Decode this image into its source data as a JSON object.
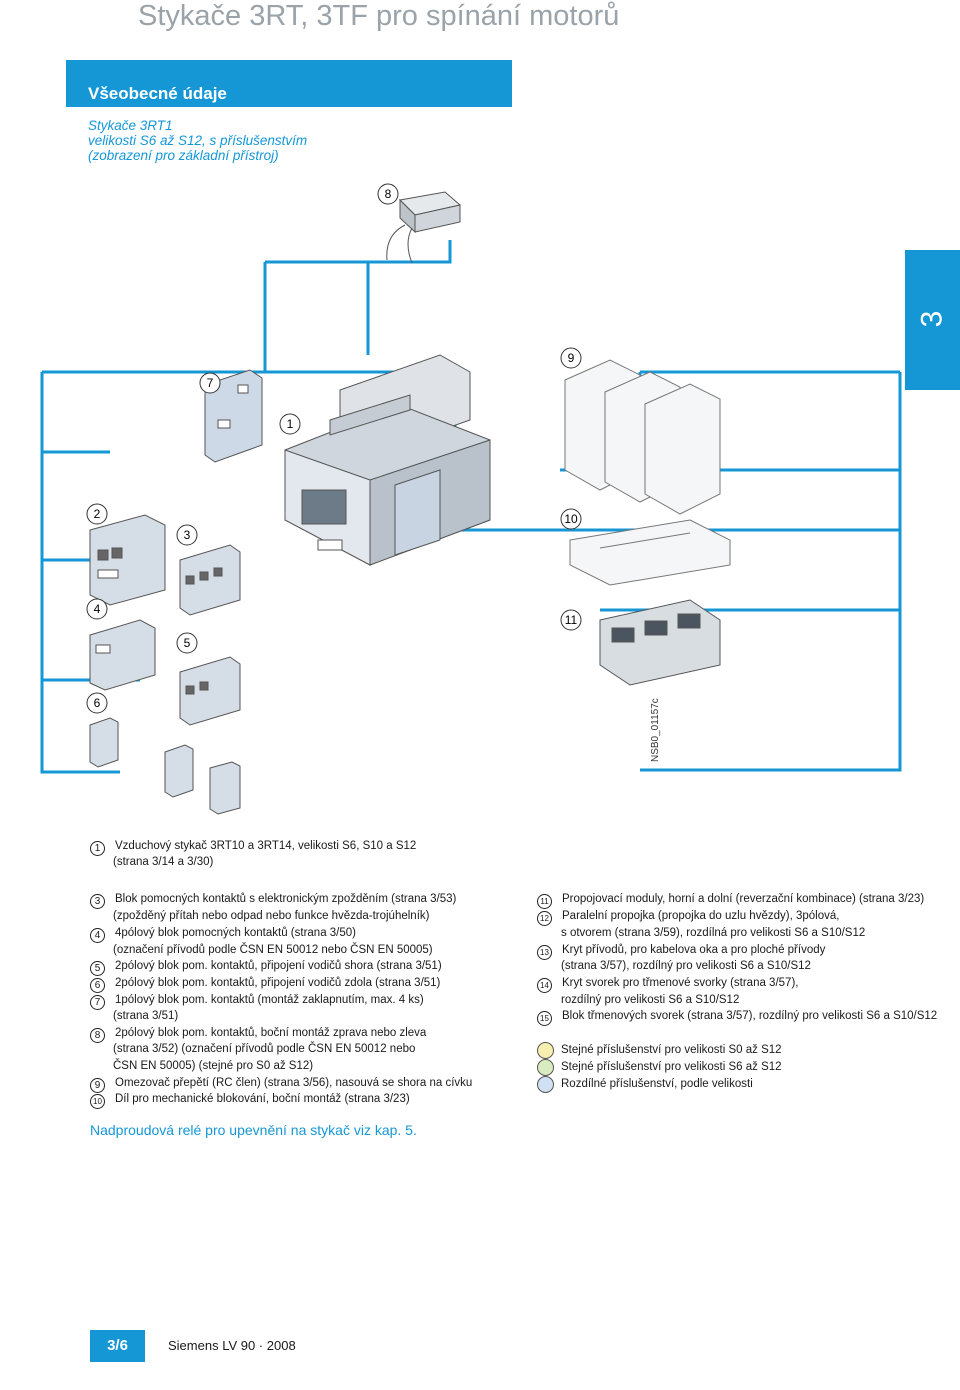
{
  "header": {
    "title": "Stykače 3RT, 3TF pro spínání motorů"
  },
  "section": {
    "title": "Všeobecné údaje"
  },
  "subtitle": {
    "line1": "Stykače 3RT1",
    "line2": "velikosti S6 až S12, s příslušenstvím",
    "line3": "(zobrazení pro základní přístroj)"
  },
  "side_tab": {
    "label": "3"
  },
  "diagram": {
    "callouts": [
      "8",
      "7",
      "1",
      "9",
      "2",
      "3",
      "10",
      "4",
      "5",
      "11",
      "6"
    ],
    "photo_id": "NSB0_01157c",
    "colors": {
      "accent": "#1597d6",
      "line": "#1597d6"
    }
  },
  "legend_left": [
    {
      "num": "1",
      "lines": [
        "Vzduchový stykač 3RT10 a 3RT14, velikosti S6, S10 a S12",
        "(strana 3/14 a 3/30)"
      ]
    },
    {
      "num": "3",
      "lines": [
        "Blok pomocných kontaktů s elektronickým zpožděním (strana 3/53)",
        "(zpožděný přítah nebo odpad nebo funkce hvězda-trojúhelník)"
      ]
    },
    {
      "num": "4",
      "lines": [
        "4pólový blok pomocných kontaktů (strana 3/50)",
        "(označení přívodů podle ČSN EN 50012 nebo ČSN EN 50005)"
      ]
    },
    {
      "num": "5",
      "lines": [
        "2pólový blok pom. kontaktů, připojení vodičů shora (strana 3/51)"
      ]
    },
    {
      "num": "6",
      "lines": [
        "2pólový blok pom. kontaktů, připojení vodičů zdola (strana 3/51)"
      ]
    },
    {
      "num": "7",
      "lines": [
        "1pólový blok pom. kontaktů (montáž zaklapnutím, max. 4 ks)",
        "(strana 3/51)"
      ]
    },
    {
      "num": "8",
      "lines": [
        "2pólový blok pom. kontaktů, boční montáž zprava nebo zleva",
        "(strana 3/52) (označení přívodů podle ČSN EN 50012 nebo",
        "ČSN EN 50005) (stejné pro S0 až S12)"
      ]
    },
    {
      "num": "9",
      "lines": [
        "Omezovač přepětí (RC člen) (strana 3/56), nasouvá se shora na cívku"
      ]
    },
    {
      "num": "10",
      "lines": [
        "Díl pro mechanické blokování, boční montáž (strana 3/23)"
      ]
    }
  ],
  "legend_right": [
    {
      "num": "11",
      "lines": [
        "Propojovací moduly, horní a dolní (reverzační kombinace) (strana 3/23)"
      ]
    },
    {
      "num": "12",
      "lines": [
        "Paralelní propojka (propojka do uzlu hvězdy), 3pólová,",
        "s otvorem (strana 3/59), rozdílná pro velikosti S6 a S10/S12"
      ]
    },
    {
      "num": "13",
      "lines": [
        "Kryt přívodů, pro kabelova oka a pro ploché přívody",
        "(strana 3/57), rozdílný pro velikosti S6 a S10/S12"
      ]
    },
    {
      "num": "14",
      "lines": [
        "Kryt svorek pro třmenové svorky (strana 3/57),",
        "rozdílný pro velikosti S6 a S10/S12"
      ]
    },
    {
      "num": "15",
      "lines": [
        "Blok třmenových svorek (strana 3/57), rozdílný pro velikosti S6 a S10/S12"
      ]
    }
  ],
  "color_legend": [
    {
      "color": "#f6efb0",
      "label": "Stejné příslušenství pro velikosti S0 až S12"
    },
    {
      "color": "#d9ecc0",
      "label": "Stejné příslušenství pro velikosti S6 až S12"
    },
    {
      "color": "#cfe1f3",
      "label": "Rozdílné příslušenství, podle velikosti"
    }
  ],
  "footer": {
    "note": "Nadproudová relé pro upevnění na stykač viz kap. 5.",
    "page_number": "3/6",
    "publication": "Siemens LV 90 · 2008"
  }
}
